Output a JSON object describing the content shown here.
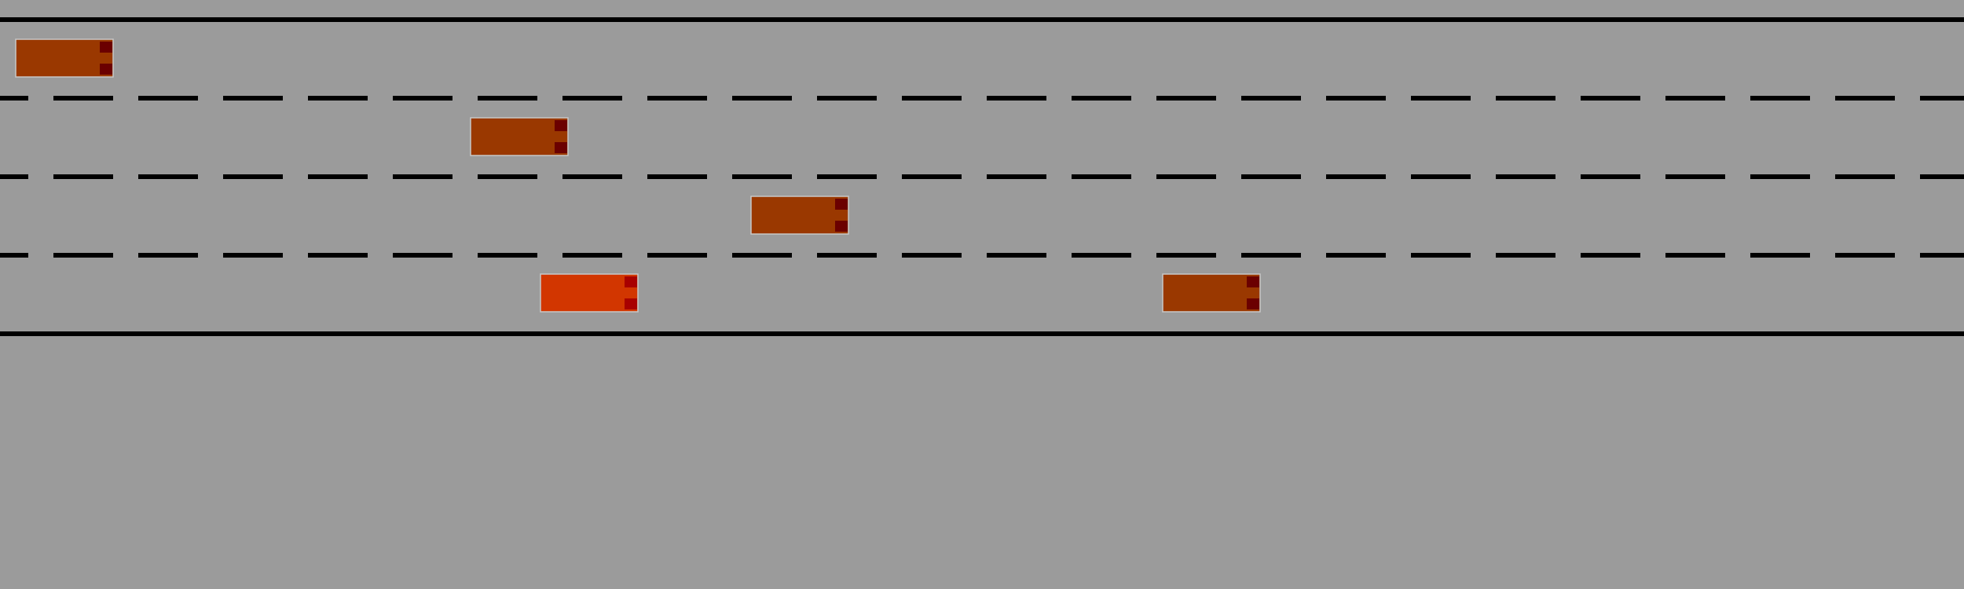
{
  "scene": "highway-driving",
  "colors": {
    "background": "#9b9b9b",
    "lane_line": "#000000",
    "other_vehicle_body": "#9a3800",
    "other_vehicle_lights": "#6b0000",
    "ego_vehicle_body": "#d23600",
    "ego_vehicle_lights": "#a80000",
    "vehicle_outline": "#c8c8c8"
  },
  "road": {
    "lane_count": 4,
    "solid_edges": 2,
    "dashed_dividers": 3
  },
  "vehicles": [
    {
      "role": "other",
      "lane": 1,
      "heading": "right"
    },
    {
      "role": "other",
      "lane": 2,
      "heading": "right"
    },
    {
      "role": "other",
      "lane": 3,
      "heading": "right"
    },
    {
      "role": "ego",
      "lane": 4,
      "heading": "right"
    },
    {
      "role": "other",
      "lane": 4,
      "heading": "right"
    }
  ]
}
